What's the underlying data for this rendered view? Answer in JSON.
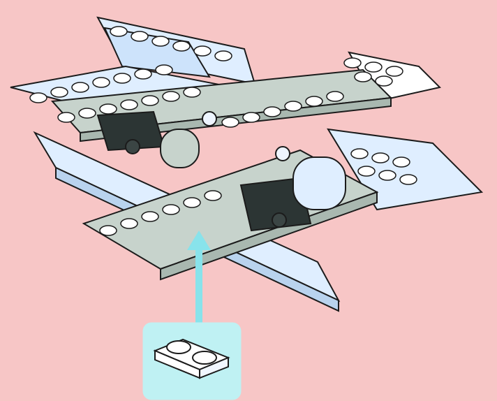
{
  "scene": {
    "subject": "lego-build-instruction-step",
    "step_callout": {
      "part": "plate-1x2",
      "quantity_shown": 1
    }
  },
  "colors": {
    "background": "#f7c6c6",
    "light_blue_part": "#dfeeff",
    "light_blue_shade": "#b9d3ee",
    "gray_part": "#c7d3cc",
    "gray_shade": "#a9b8b0",
    "dark_part": "#2c3534",
    "outline": "#1b1b1b",
    "callout_box": "#bff1f3",
    "arrow": "#88e3eb",
    "white_part": "#ffffff"
  }
}
